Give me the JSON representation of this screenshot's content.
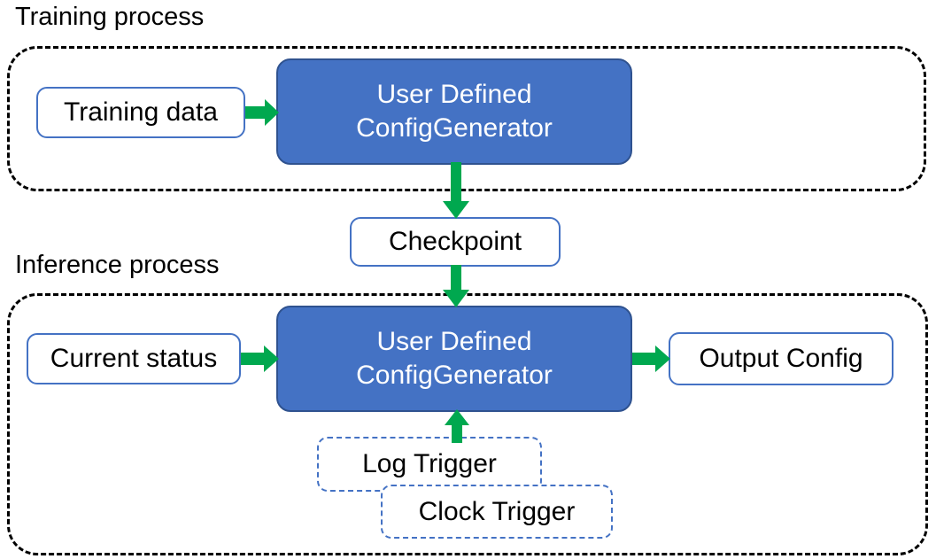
{
  "diagram": {
    "title_training": "Training process",
    "title_inference": "Inference process",
    "colors": {
      "accent_blue_fill": "#4472C4",
      "accent_blue_stroke": "#2F528F",
      "node_outline_blue": "#4472C4",
      "arrow_green": "#00A84F",
      "group_border": "#000000",
      "background": "#FFFFFF",
      "text_dark": "#000000",
      "text_light": "#FFFFFF"
    }
  },
  "training": {
    "group_label": "Training process",
    "nodes": {
      "training_data": "Training data",
      "config_generator_line1": "User Defined",
      "config_generator_line2": "ConfigGenerator"
    }
  },
  "checkpoint": {
    "label": "Checkpoint"
  },
  "inference": {
    "group_label": "Inference process",
    "nodes": {
      "current_status": "Current status",
      "config_generator_line1": "User Defined",
      "config_generator_line2": "ConfigGenerator",
      "output_config": "Output Config",
      "log_trigger": "Log Trigger",
      "clock_trigger": "Clock Trigger"
    }
  },
  "edges": [
    {
      "name": "training-data-to-cfggen",
      "from": "Training data",
      "to": "User Defined ConfigGenerator",
      "direction": "right"
    },
    {
      "name": "cfggen-to-checkpoint",
      "from": "User Defined ConfigGenerator",
      "to": "Checkpoint",
      "direction": "down"
    },
    {
      "name": "checkpoint-to-infer-cfggen",
      "from": "Checkpoint",
      "to": "User Defined ConfigGenerator",
      "direction": "down"
    },
    {
      "name": "status-to-infer-cfggen",
      "from": "Current status",
      "to": "User Defined ConfigGenerator",
      "direction": "right"
    },
    {
      "name": "infer-cfggen-to-output",
      "from": "User Defined ConfigGenerator",
      "to": "Output Config",
      "direction": "right"
    },
    {
      "name": "triggers-to-infer-cfggen",
      "from": "Log Trigger / Clock Trigger",
      "to": "User Defined ConfigGenerator",
      "direction": "up"
    }
  ]
}
